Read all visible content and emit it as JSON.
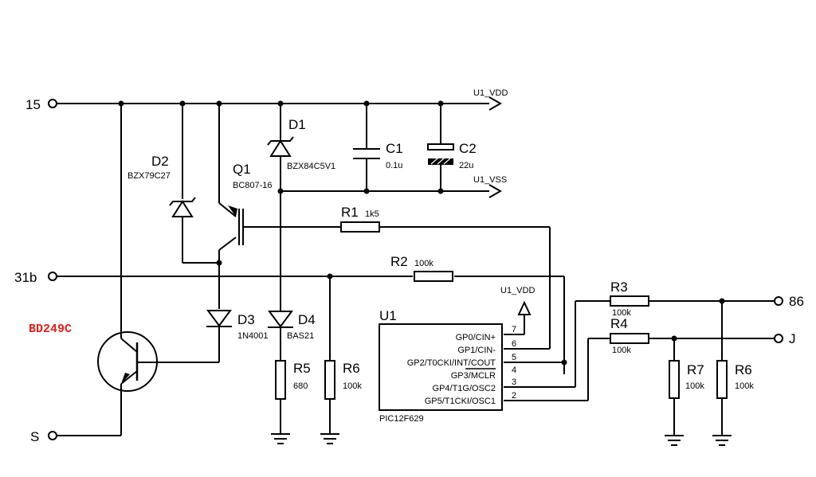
{
  "terminals": {
    "t15": "15",
    "t31b": "31b",
    "tS": "S",
    "t86": "86",
    "tJ": "J"
  },
  "rails": {
    "vdd": "U1_VDD",
    "vss": "U1_VSS",
    "vdd2": "U1_VDD"
  },
  "d1": {
    "ref": "D1",
    "value": "BZX84C5V1"
  },
  "d2": {
    "ref": "D2",
    "value": "BZX79C27"
  },
  "d3": {
    "ref": "D3",
    "value": "1N4001"
  },
  "d4": {
    "ref": "D4",
    "value": "BAS21"
  },
  "q1": {
    "ref": "Q1",
    "value": "BC807-16"
  },
  "q2": {
    "value": "BD249C",
    "color": "#e02020"
  },
  "c1": {
    "ref": "C1",
    "value": "0.1u"
  },
  "c2": {
    "ref": "C2",
    "value": "22u"
  },
  "r1": {
    "ref": "R1",
    "value": "1k5"
  },
  "r2": {
    "ref": "R2",
    "value": "100k"
  },
  "r3": {
    "ref": "R3",
    "value": "100k"
  },
  "r4": {
    "ref": "R4",
    "value": "100k"
  },
  "r5": {
    "ref": "R5",
    "value": "680"
  },
  "r6a": {
    "ref": "R6",
    "value": "100k"
  },
  "r6b": {
    "ref": "R6",
    "value": "100k"
  },
  "r7": {
    "ref": "R7",
    "value": "100k"
  },
  "u1": {
    "ref": "U1",
    "part": "PIC12F629",
    "pins": [
      {
        "name": "GP0/CIN+",
        "num": "7"
      },
      {
        "name": "GP1/CIN-",
        "num": "6"
      },
      {
        "name": "GP2/T0CKI/INT/COUT",
        "num": "5"
      },
      {
        "name": "GP3/MCLR",
        "num": "4"
      },
      {
        "name": "GP4/T1G/OSC2",
        "num": "3"
      },
      {
        "name": "GP5/T1CKI/OSC1",
        "num": "2"
      }
    ]
  }
}
